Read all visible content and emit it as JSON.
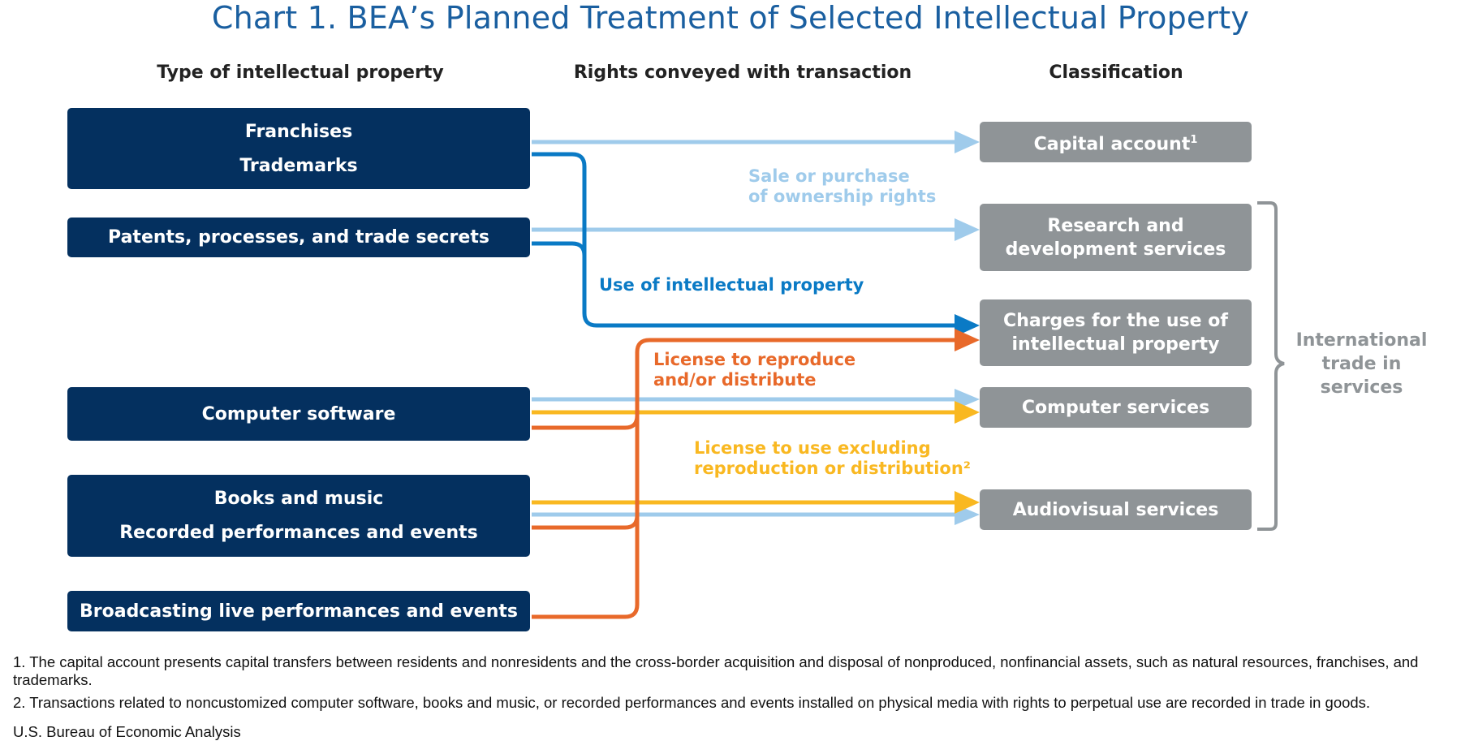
{
  "title": "Chart 1. BEA’s Planned Treatment of Selected Intellectual Property",
  "headers": {
    "type": "Type of intellectual property",
    "rights": "Rights conveyed with transaction",
    "classification": "Classification"
  },
  "ip_types": {
    "franchises": "Franchises",
    "trademarks": "Trademarks",
    "patents": "Patents, processes, and trade secrets",
    "software": "Computer software",
    "books": "Books and music",
    "recorded": "Recorded performances and events",
    "broadcasting": "Broadcasting live performances and events"
  },
  "classifications": {
    "capital": "Capital account",
    "capital_note": "1",
    "rd_1": "Research and",
    "rd_2": "development services",
    "charges_1": "Charges for the use of",
    "charges_2": "intellectual property",
    "computer": "Computer services",
    "audiovisual": "Audiovisual services"
  },
  "rights_labels": {
    "sale_1": "Sale or purchase",
    "sale_2": "of ownership rights",
    "use_ip": "Use of intellectual property",
    "license_repro_1": "License to reproduce",
    "license_repro_2": "and/or distribute",
    "license_use_1": "License to use excluding",
    "license_use_2": "reproduction or distribution²"
  },
  "trade_bracket": {
    "line1": "International",
    "line2": "trade in",
    "line3": "services"
  },
  "footnotes": {
    "note1": "1. The capital account presents capital transfers between residents and nonresidents and the cross-border acquisition and disposal of nonproduced, nonfinancial assets, such as natural resources, franchises, and trademarks.",
    "note2": "2. Transactions related to noncustomized computer software, books and music, or recorded performances and events installed on physical media with rights to perpetual use are recorded in trade in goods.",
    "source": "U.S. Bureau of Economic Analysis"
  },
  "colors": {
    "navy": "#04305f",
    "grey": "#8f9497",
    "light_blue": "#9fcbeb",
    "blue": "#0a7ac5",
    "orange": "#e8692a",
    "yellow": "#f9b821",
    "title_blue": "#1a5fa0"
  }
}
